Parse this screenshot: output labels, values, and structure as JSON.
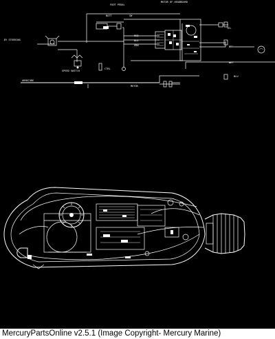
{
  "labels": {
    "foot_pedal": "FOOT PEDAL",
    "motor_head": "MOTOR OF HEADBOARD",
    "batt": "BATT",
    "sw": "SW",
    "red": "RED",
    "blk": "BLK",
    "grn": "GRN",
    "yel": "YEL",
    "brn": "BRN",
    "wht": "WHT",
    "blu": "BLU",
    "to_steer": "BY STEERING",
    "speed_switch": "SPEED SWITCH",
    "armature": "ARMATURE",
    "ctrl": "CTRL",
    "motor": "MOTOR"
  },
  "footer": {
    "text": "MercuryPartsOnline v2.5.1 (Image Copyright- Mercury Marine)"
  }
}
